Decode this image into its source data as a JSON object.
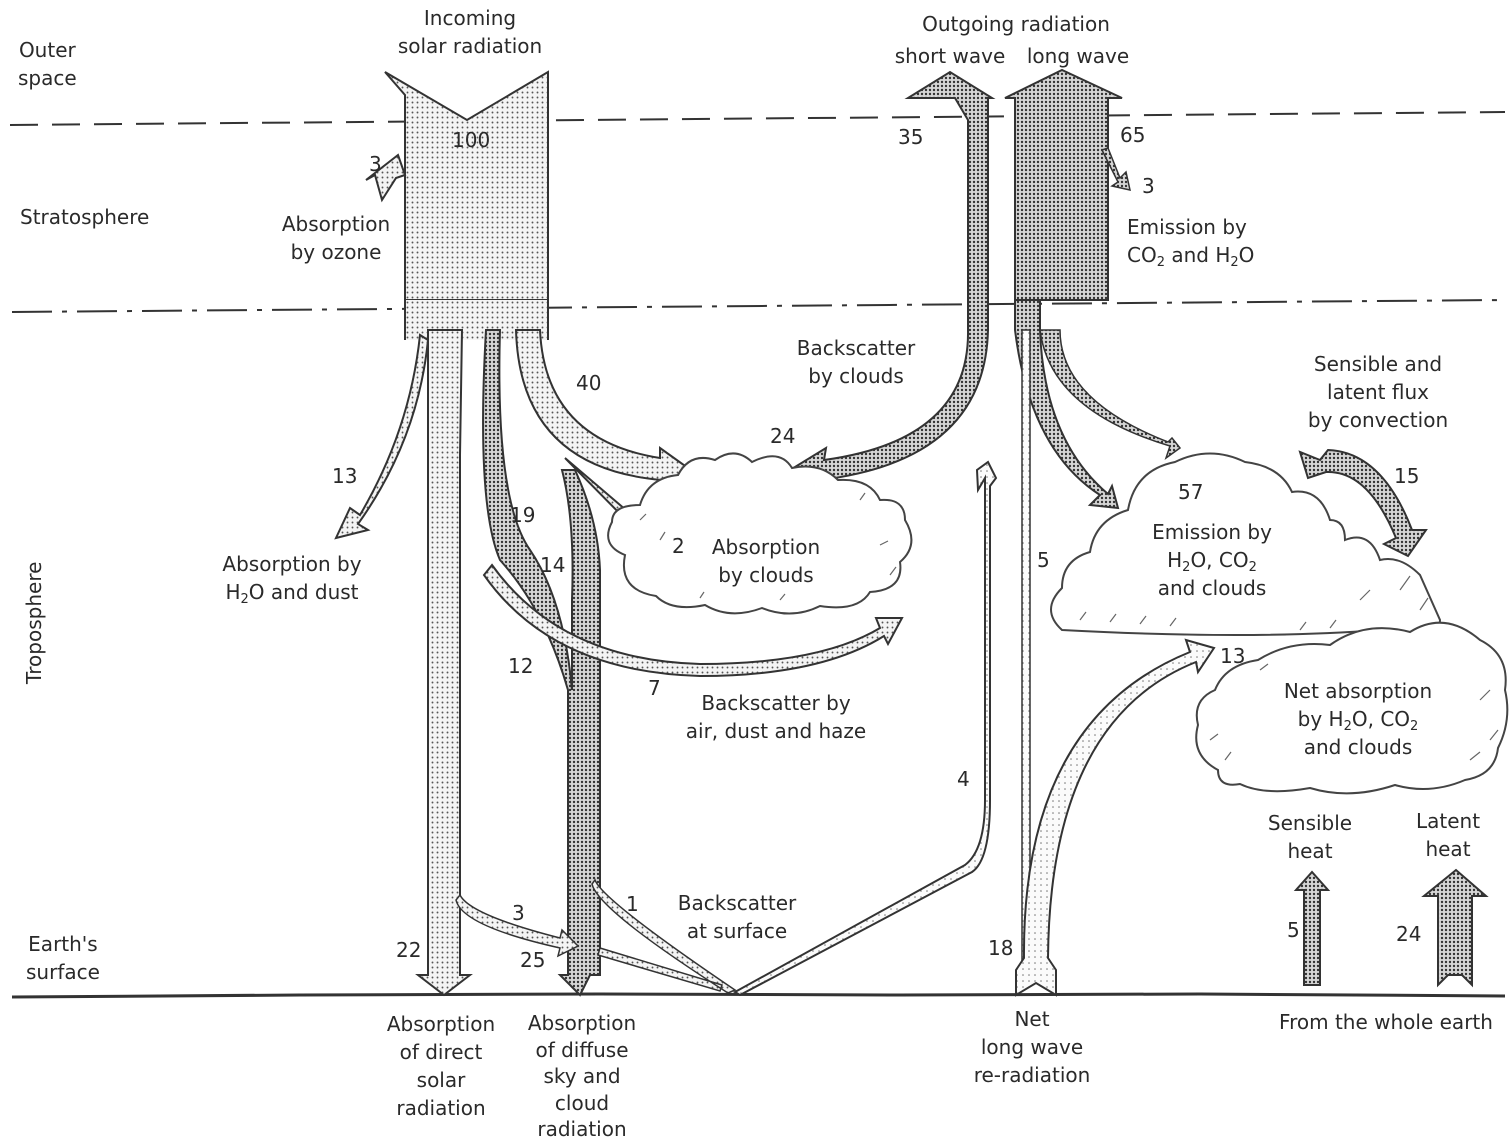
{
  "regions": {
    "outer_space": [
      "Outer",
      "space"
    ],
    "stratosphere": "Stratosphere",
    "troposphere": "Troposphere",
    "earth_surface": [
      "Earth's",
      "surface"
    ]
  },
  "labels": {
    "incoming": [
      "Incoming",
      "solar radiation"
    ],
    "outgoing": "Outgoing radiation",
    "short_wave": "short wave",
    "long_wave": "long wave",
    "absorption_ozone": [
      "Absorption",
      "by ozone"
    ],
    "emission_co2_h2o": {
      "prefix": "Emission by",
      "co": "CO",
      "sub1": "2",
      "and": " and H",
      "sub2": "2",
      "o": "O"
    },
    "backscatter_clouds": [
      "Backscatter",
      "by clouds"
    ],
    "sensible_latent_flux": [
      "Sensible and",
      "latent flux",
      "by convection"
    ],
    "absorption_h2o_dust": {
      "line1": "Absorption by",
      "h": "H",
      "sub": "2",
      "rest": "O and dust"
    },
    "absorption_clouds": [
      "Absorption",
      "by clouds"
    ],
    "emission_clouds": {
      "line1": "Emission by",
      "h": "H",
      "sub1": "2",
      "mid": "O, CO",
      "sub2": "2",
      "line3": "and clouds"
    },
    "backscatter_air": [
      "Backscatter by",
      "air, dust and haze"
    ],
    "net_absorption": {
      "line1": "Net absorption",
      "by": "by H",
      "sub1": "2",
      "mid": "O, CO",
      "sub2": "2",
      "line3": "and clouds"
    },
    "sensible_heat": [
      "Sensible",
      "heat"
    ],
    "latent_heat": [
      "Latent",
      "heat"
    ],
    "backscatter_surface": [
      "Backscatter",
      "at surface"
    ],
    "absorption_direct": [
      "Absorption",
      "of direct",
      "solar",
      "radiation"
    ],
    "absorption_diffuse": [
      "Absorption",
      "of diffuse",
      "sky and",
      "cloud",
      "radiation"
    ],
    "net_longwave": [
      "Net",
      "long wave",
      "re-radiation"
    ],
    "whole_earth": "From the whole earth"
  },
  "values": {
    "incoming": "100",
    "ozone": "3",
    "short_out": "35",
    "long_out": "65",
    "strat_emission": "3",
    "clouds_total": "40",
    "cloud_backscatter": "24",
    "h2o_dust": "13",
    "cloud_absorb": "2",
    "scatter_19": "19",
    "scatter_14": "14",
    "scatter_12": "12",
    "air_backscatter": "7",
    "surface_backscatter": "4",
    "direct": "22",
    "diffuse": "25",
    "diffuse_3": "3",
    "diffuse_1": "1",
    "emission_57": "57",
    "convection": "15",
    "window": "5",
    "net_13": "13",
    "net_lw": "18",
    "sensible": "5",
    "latent": "24"
  }
}
